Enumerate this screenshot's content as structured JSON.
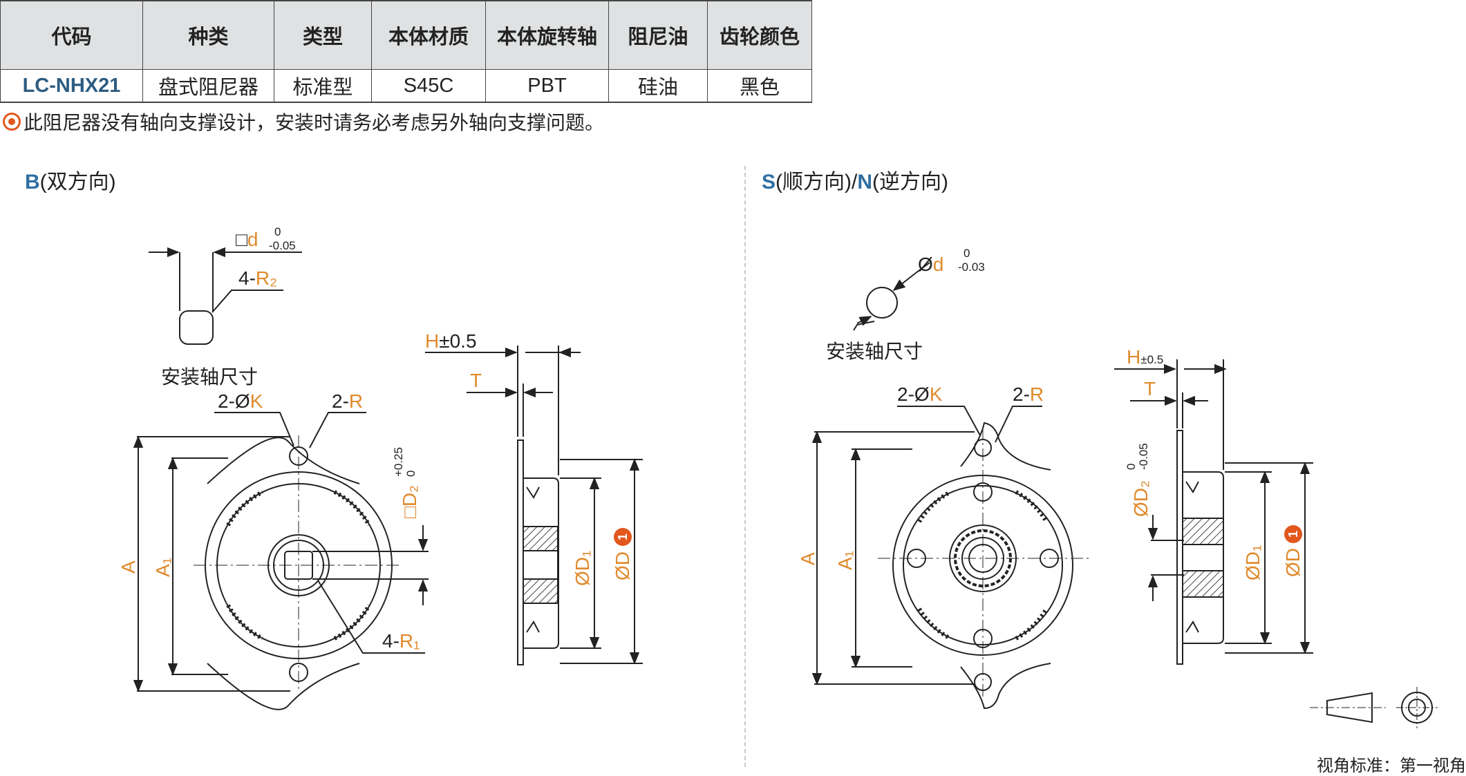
{
  "table": {
    "headers": [
      "代码",
      "种类",
      "类型",
      "本体材质",
      "本体旋转轴",
      "阻尼油",
      "齿轮颜色"
    ],
    "row": [
      "LC-NHX21",
      "盘式阻尼器",
      "标准型",
      "S45C",
      "PBT",
      "硅油",
      "黑色"
    ]
  },
  "note": "此阻尼器没有轴向支撑设计，安装时请务必考虑另外轴向支撑问题。",
  "left": {
    "title_code": "B",
    "title_rest": "(双方向)",
    "shaft_caption": "安装轴尺寸",
    "labels": {
      "d_prefix": "□",
      "d": "d",
      "d_tol_upper": "0",
      "d_tol_lower": "-0.05",
      "r2_prefix": "4-",
      "r2": "R₂",
      "k_prefix": "2-Ø",
      "k": "K",
      "r_prefix": "2-",
      "r": "R",
      "a": "A",
      "a1": "A₁",
      "d2": "□D₂",
      "d2_tol_upper": "+0.25",
      "d2_tol_lower": "0",
      "r1_prefix": "4-",
      "r1": "R₁",
      "h": "H",
      "h_tol": "±0.5",
      "t": "T",
      "d1": "ØD₁",
      "dd": "ØD",
      "badge": "1"
    }
  },
  "right": {
    "title_s": "S",
    "title_mid": "(顺方向)/",
    "title_n": "N",
    "title_rest": "(逆方向)",
    "shaft_caption": "安装轴尺寸",
    "labels": {
      "d_prefix": "Ø",
      "d": "d",
      "d_tol_upper": "0",
      "d_tol_lower": "-0.03",
      "k_prefix": "2-Ø",
      "k": "K",
      "r_prefix": "2-",
      "r": "R",
      "a": "A",
      "a1": "A₁",
      "d2": "ØD₂",
      "d2_tol_upper": "0",
      "d2_tol_lower": "-0.05",
      "h": "H",
      "h_tol": "±0.5",
      "t": "T",
      "d1": "ØD₁",
      "dd": "ØD",
      "badge": "1"
    }
  },
  "projection_standard": "视角标准：第一视角",
  "colors": {
    "accent_orange": "#e08a2c",
    "badge": "#e2571d",
    "title_blue": "#2f6ea2",
    "header_bg": "#dfe1e2"
  }
}
